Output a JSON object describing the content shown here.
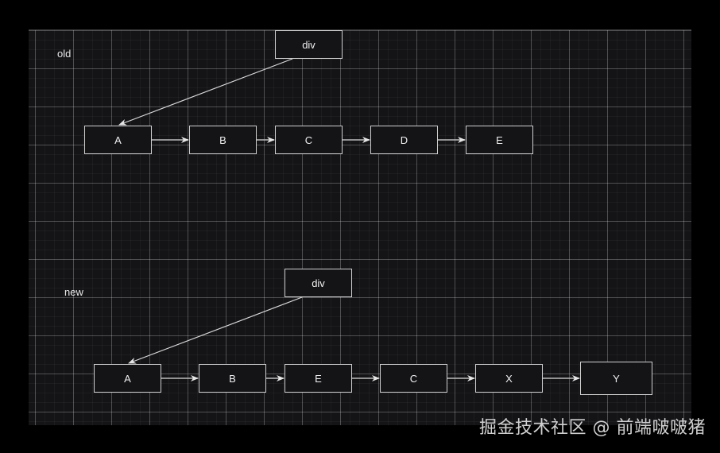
{
  "diagram": {
    "sections": [
      {
        "label": "old",
        "parent": "div",
        "children": [
          "A",
          "B",
          "C",
          "D",
          "E"
        ]
      },
      {
        "label": "new",
        "parent": "div",
        "children": [
          "A",
          "B",
          "E",
          "C",
          "X",
          "Y"
        ]
      }
    ]
  },
  "old": {
    "label": "old",
    "parent": "div",
    "nodes": [
      "A",
      "B",
      "C",
      "D",
      "E"
    ]
  },
  "new": {
    "label": "new",
    "parent": "div",
    "nodes": [
      "A",
      "B",
      "E",
      "C",
      "X",
      "Y"
    ]
  },
  "colors": {
    "background": "#000000",
    "canvas": "#141417",
    "stroke": "#cfcfcf",
    "text": "#f0f0f0"
  },
  "watermark": "掘金技术社区 @ 前端啵啵猪"
}
